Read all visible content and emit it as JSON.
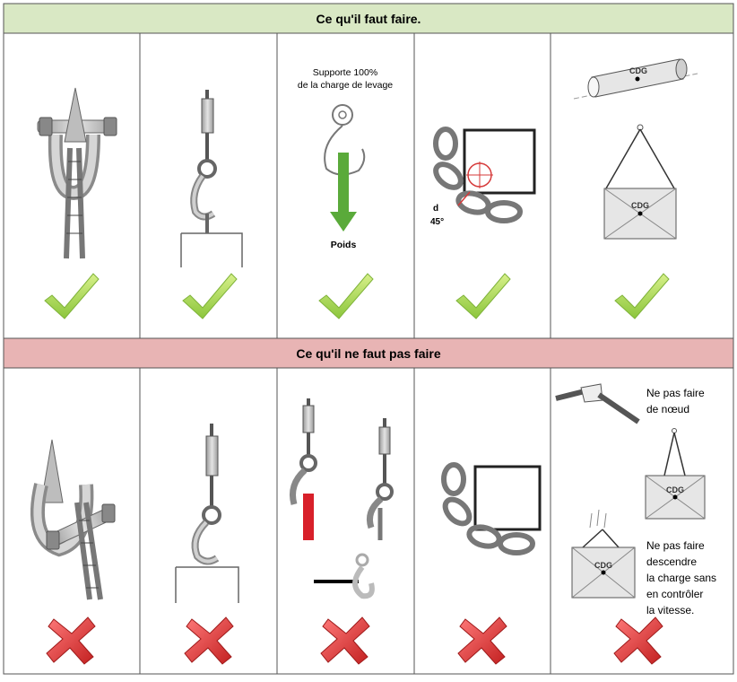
{
  "do_section": {
    "title": "Ce qu'il faut faire.",
    "header_color": "#d9e8c4",
    "cells": [
      {
        "label": "",
        "verdict": "check-icon"
      },
      {
        "label": "",
        "verdict": "check-icon"
      },
      {
        "label_line1": "Supporte 100%",
        "label_line2": "de la charge de levage",
        "weight_label": "Poids",
        "verdict": "check-icon"
      },
      {
        "angle_d": "d",
        "angle_value": "45°",
        "verdict": "check-icon"
      },
      {
        "cdg_pipe": "CDG",
        "cdg_box": "CDG",
        "verdict": "check-icon"
      }
    ]
  },
  "dont_section": {
    "title": "Ce qu'il ne faut pas faire",
    "header_color": "#e8b4b4",
    "cells": [
      {
        "verdict": "cross-icon"
      },
      {
        "verdict": "cross-icon"
      },
      {
        "verdict": "cross-icon"
      },
      {
        "verdict": "cross-icon"
      },
      {
        "note1_line1": "Ne pas faire",
        "note1_line2": "de nœud",
        "cdg_top": "CDG",
        "cdg_bottom": "CDG",
        "note2_line1": "Ne pas faire",
        "note2_line2": "descendre",
        "note2_line3": "la charge sans",
        "note2_line4": "en contrôler",
        "note2_line5": "la vitesse.",
        "verdict": "cross-icon"
      }
    ]
  },
  "colors": {
    "check": "#9ccc3c",
    "cross": "#d63a3a",
    "grid": "#555555",
    "metal": "#c8c8c8",
    "arrow": "#5aaa3a",
    "sling_red": "#d8202a"
  }
}
